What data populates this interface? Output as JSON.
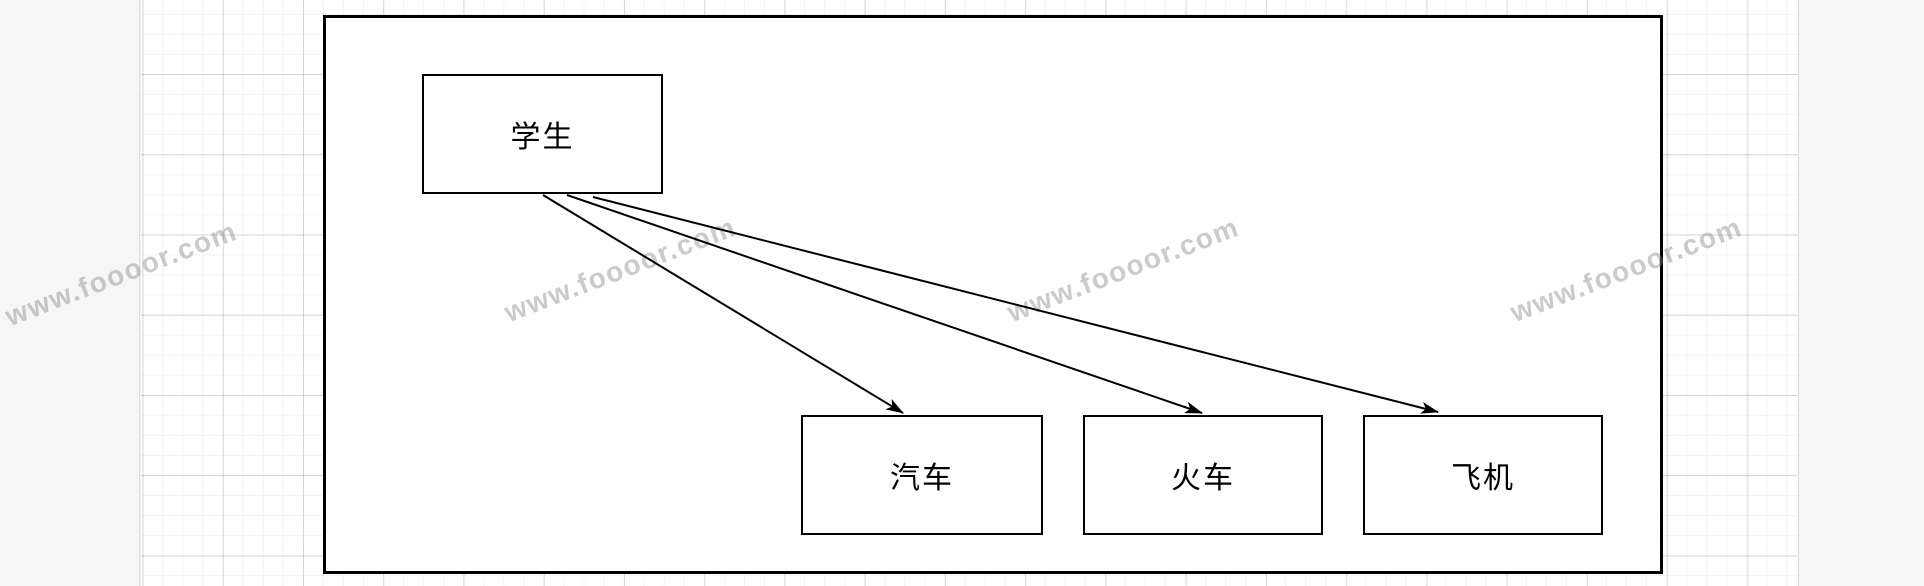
{
  "app": {
    "type": "diagram-editor-canvas"
  },
  "diagram": {
    "container": {
      "shape": "rectangle",
      "fill": "#ffffff",
      "stroke": "#000000"
    },
    "nodes": [
      {
        "id": "student",
        "label": "学生"
      },
      {
        "id": "car",
        "label": "汽车"
      },
      {
        "id": "train",
        "label": "火车"
      },
      {
        "id": "plane",
        "label": "飞机"
      }
    ],
    "edges": [
      {
        "from": "student",
        "to": "car",
        "arrow": "filled-barb"
      },
      {
        "from": "student",
        "to": "train",
        "arrow": "filled-barb"
      },
      {
        "from": "student",
        "to": "plane",
        "arrow": "filled-barb"
      }
    ]
  },
  "watermark": {
    "text": "www.foooor.com",
    "instances": 4,
    "color": "#c2c2c2"
  },
  "colors": {
    "shape_stroke": "#000000",
    "shape_fill": "#ffffff",
    "canvas_bg": "#ffffff",
    "panel_bg": "#f6f6f7",
    "grid_minor": "#f1f1f2",
    "grid_major": "#dcddde"
  }
}
